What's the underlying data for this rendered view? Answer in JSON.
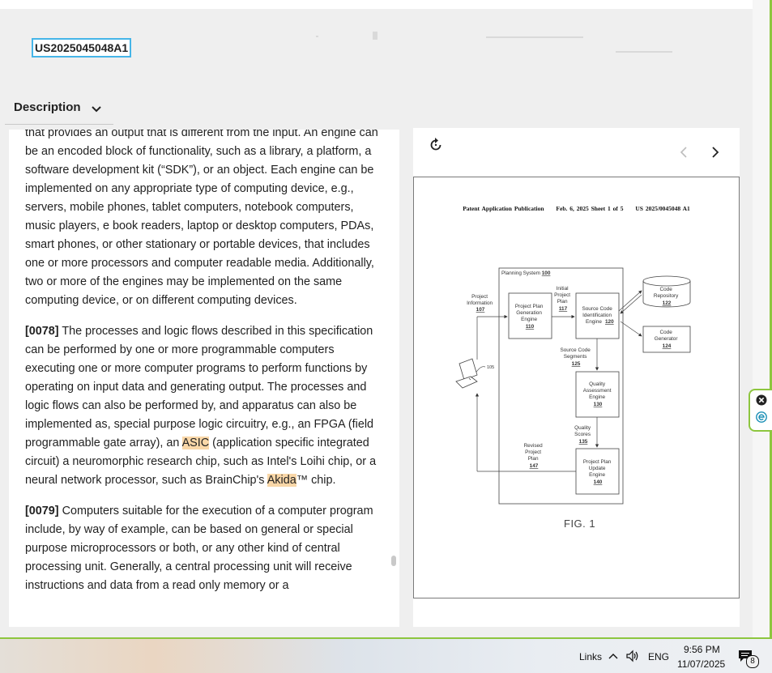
{
  "header": {
    "document_id": "US2025045048A1"
  },
  "tabs": {
    "description_label": "Description"
  },
  "description": {
    "p0": "that provides an output that is different from the input. An engine can be an encoded block of functionality, such as a library, a platform, a software development kit (“SDK”), or an object. Each engine can be implemented on any appropriate type of computing device, e.g., servers, mobile phones, tablet computers, notebook computers, music players, e book readers, laptop or desktop computers, PDAs, smart phones, or other stationary or portable devices, that includes one or more processors and computer readable media. Additionally, two or more of the engines may be implemented on the same computing device, or on different computing devices.",
    "p1_num": "[0078]",
    "p1_a": " The processes and logic flows described in this specification can be performed by one or more programmable computers executing one or more computer programs to perform functions by operating on input data and generating output. The processes and logic flows can also be performed by, and apparatus can also be implemented as, special purpose logic circuitry, e.g., an FPGA (field programmable gate array), an ",
    "p1_hl1": "ASIC",
    "p1_b": " (application specific integrated circuit) a neuromorphic research chip, such as Intel's Loihi chip, or a neural network processor, such as BrainChip's ",
    "p1_hl2": "Akida",
    "p1_c": "™ chip.",
    "p2_num": "[0079]",
    "p2_a": " Computers suitable for the execution of a computer program include, by way of example, can be based on general or special purpose microprocessors or both, or any other kind of central processing unit. Generally, a central processing unit will receive instructions and data from a read only memory or a"
  },
  "figure": {
    "header_left": "Patent Application Publication",
    "header_mid": "Feb. 6, 2025   Sheet 1 of 5",
    "header_right": "US 2025/0045048 A1",
    "planning_system": "Planning System",
    "planning_system_ref": "100",
    "project_info": [
      "Project",
      "Information"
    ],
    "project_info_ref": "107",
    "plan_gen": [
      "Project Plan",
      "Generation",
      "Engine"
    ],
    "plan_gen_ref": "110",
    "initial_plan": [
      "Initial",
      "Project",
      "Plan"
    ],
    "initial_plan_ref": "117",
    "source_id": [
      "Source Code",
      "Identification",
      "Engine"
    ],
    "source_id_ref": "120",
    "code_repo": [
      "Code",
      "Repository"
    ],
    "code_repo_ref": "122",
    "code_gen": [
      "Code",
      "Generator"
    ],
    "code_gen_ref": "124",
    "segments": [
      "Source Code",
      "Segments"
    ],
    "segments_ref": "125",
    "quality_engine": [
      "Quality",
      "Assessment",
      "Engine"
    ],
    "quality_engine_ref": "130",
    "quality_scores": [
      "Quality",
      "Scores"
    ],
    "quality_scores_ref": "135",
    "revised_plan": [
      "Revised",
      "Project",
      "Plan"
    ],
    "revised_plan_ref": "147",
    "update_engine": [
      "Project Plan",
      "Update",
      "Engine"
    ],
    "update_engine_ref": "140",
    "device_ref": "105",
    "caption": "FIG. 1"
  },
  "taskbar": {
    "links_label": "Links",
    "language": "ENG",
    "time": "9:56 PM",
    "date": "11/07/2025",
    "notification_count": "8"
  }
}
